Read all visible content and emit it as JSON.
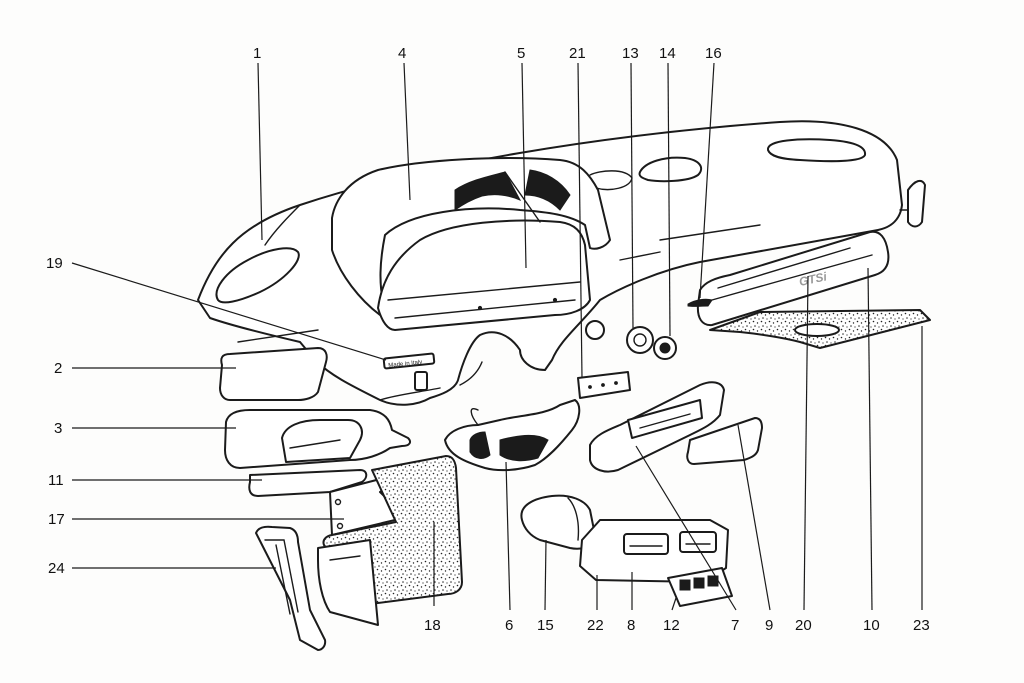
{
  "diagram": {
    "dash_plate_text": "Made in Italy",
    "badge_text": "GTSi",
    "callouts": [
      {
        "id": "1",
        "label": "1"
      },
      {
        "id": "4",
        "label": "4"
      },
      {
        "id": "5",
        "label": "5"
      },
      {
        "id": "21",
        "label": "21"
      },
      {
        "id": "13",
        "label": "13"
      },
      {
        "id": "14",
        "label": "14"
      },
      {
        "id": "16",
        "label": "16"
      },
      {
        "id": "19",
        "label": "19"
      },
      {
        "id": "2",
        "label": "2"
      },
      {
        "id": "3",
        "label": "3"
      },
      {
        "id": "11",
        "label": "11"
      },
      {
        "id": "17",
        "label": "17"
      },
      {
        "id": "24",
        "label": "24"
      },
      {
        "id": "18",
        "label": "18"
      },
      {
        "id": "6",
        "label": "6"
      },
      {
        "id": "15",
        "label": "15"
      },
      {
        "id": "22",
        "label": "22"
      },
      {
        "id": "8",
        "label": "8"
      },
      {
        "id": "12",
        "label": "12"
      },
      {
        "id": "7",
        "label": "7"
      },
      {
        "id": "9",
        "label": "9"
      },
      {
        "id": "20",
        "label": "20"
      },
      {
        "id": "10",
        "label": "10"
      },
      {
        "id": "23",
        "label": "23"
      }
    ]
  }
}
